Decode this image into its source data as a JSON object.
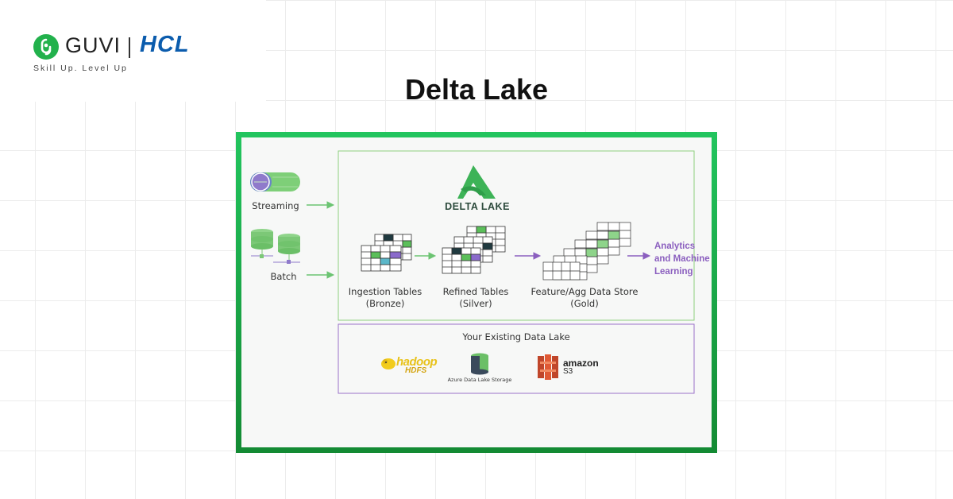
{
  "brand": {
    "name": "GUVI",
    "partner": "HCL",
    "tagline": "Skill Up. Level Up",
    "accent": "#22b14c",
    "partner_color": "#0b5cad"
  },
  "title": "Delta Lake",
  "diagram": {
    "frame_color": "#1fb34a",
    "sources": {
      "streaming": "Streaming",
      "batch": "Batch"
    },
    "delta_logo": "DELTA LAKE",
    "tables": {
      "bronze": {
        "name": "Ingestion Tables",
        "tier": "(Bronze)"
      },
      "silver": {
        "name": "Refined Tables",
        "tier": "(Silver)"
      },
      "gold": {
        "name": "Feature/Agg Data Store",
        "tier": "(Gold)"
      }
    },
    "output": [
      "Analytics",
      "and Machine",
      "Learning"
    ],
    "existing_lake": {
      "title": "Your Existing Data Lake",
      "hadoop": "hadoop",
      "hdfs": "HDFS",
      "azure": "Azure Data Lake Storage",
      "amazon": "amazon",
      "s3": "S3"
    },
    "colors": {
      "arrow": "#6cc472",
      "output": "#8b5fbf",
      "existing_border": "#9b72c8",
      "delta_box_border": "#8fcf7f"
    }
  }
}
